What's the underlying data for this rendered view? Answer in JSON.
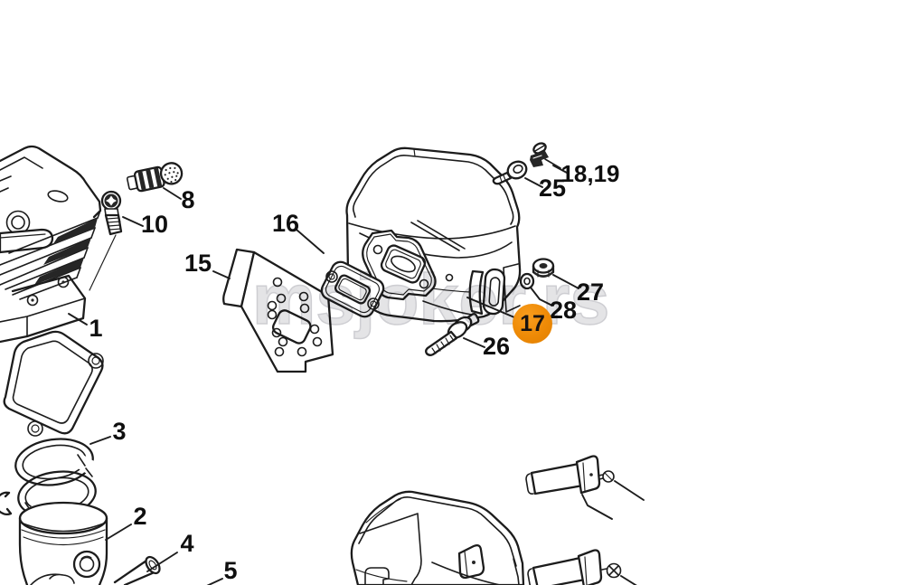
{
  "diagram": {
    "watermark": "msjoker.rs",
    "highlight_color": "#EE8A0A",
    "callouts": {
      "c1": "1",
      "c2": "2",
      "c3": "3",
      "c4": "4",
      "c5": "5",
      "c8": "8",
      "c10": "10",
      "c15": "15",
      "c16": "16",
      "c17": "17",
      "c18_19": "18,19",
      "c25": "25",
      "c26": "26",
      "c27": "27",
      "c28": "28"
    }
  }
}
